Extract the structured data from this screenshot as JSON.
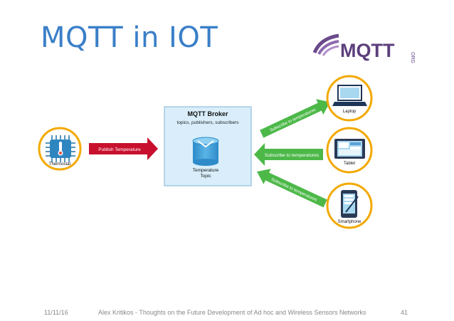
{
  "slide": {
    "title": "MQTT in IOT",
    "logo_text": "MQTT",
    "logo_sub": "ORG"
  },
  "diagram": {
    "broker_title": "MQTT Broker",
    "broker_subtitle": "topics, publishers, subscribers",
    "topic_label_1": "Temperature",
    "topic_label_2": "Topic",
    "thermostat_label": "Thermostat",
    "publish_label": "Publish Temperature",
    "subscribe_top": "Subscribe to temperatures",
    "subscribe_mid": "Subscribe to temperatures",
    "subscribe_bot": "Subscribe to temperatures",
    "laptop_label": "Laptop",
    "tablet_label": "Tablet",
    "smartphone_label": "Smartphone"
  },
  "footer": {
    "date": "11/11/16",
    "text": "Alex Kritikos - Thoughts on the Future Development of Ad hoc and Wireless Sensors Networks",
    "page": "41"
  },
  "colors": {
    "title": "#3a7fc8",
    "broker_fill": "#d9eefa",
    "arrow_red": "#c8102e",
    "arrow_green": "#4cb848",
    "circle_border": "#f2a900",
    "logo_purple": "#6b4a8c"
  }
}
